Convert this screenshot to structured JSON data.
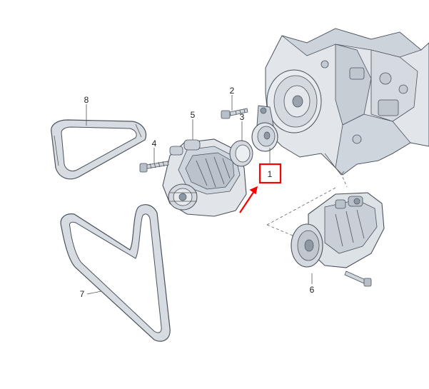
{
  "colors": {
    "part_fill": "#dfe4ea",
    "part_shade": "#b9c1cb",
    "part_dark": "#7e8894",
    "outline": "#4a525c",
    "highlight": "#ff0000"
  },
  "callouts": {
    "tensioner": "1",
    "bolt_top": "2",
    "cap": "3",
    "bolt_alternator": "4",
    "alternator": "5",
    "compressor": "6",
    "belt_long": "7",
    "belt_short": "8"
  },
  "highlight": {
    "target": "tensioner",
    "icon": "red-arrow-icon"
  }
}
